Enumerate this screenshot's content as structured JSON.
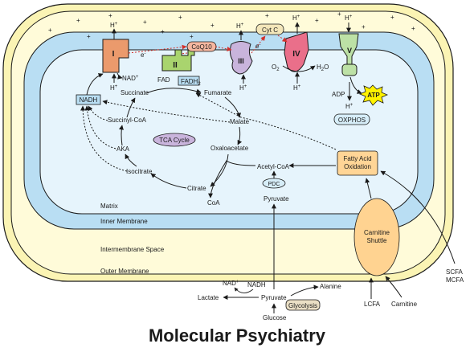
{
  "footer": {
    "journal": "Molecular Psychiatry"
  },
  "regions": {
    "matrix": "Matrix",
    "inner_membrane": "Inner Membrane",
    "intermembrane_space": "Intermembrane Space",
    "outer_membrane": "Outer Membrane"
  },
  "complexes": {
    "c1": "I",
    "c2": "II",
    "c3": "III",
    "c4": "IV",
    "c5": "V"
  },
  "carriers": {
    "coq10": "CoQ10",
    "cytc": "Cyt C"
  },
  "labels": {
    "h_plus": "H",
    "plus": "+",
    "e_minus": "e",
    "minus": "-",
    "nad_plus_left": "NAD",
    "fad": "FAD",
    "fadh2": "FADH",
    "fadh2_sub": "2",
    "o2": "O",
    "o2_sub": "2",
    "h2o": "H",
    "h2o_sub": "2",
    "h2o_o": "O",
    "adp": "ADP",
    "atp": "ATP",
    "oxphos": "OXPHOS",
    "nadh_box": "NADH",
    "succinate": "Succinate",
    "fumarate": "Fumarate",
    "malate": "Malate",
    "oxaloacetate": "Oxaloacetate",
    "citrate": "Citrate",
    "isocitrate": "Isocitrate",
    "aka": "AKA",
    "succinyl_coa": "Succinyl-CoA",
    "tca_cycle": "TCA Cycle",
    "acetyl_coa": "Acetyl-CoA",
    "coa": "CoA",
    "pdc": "PDC",
    "pyruvate_matrix": "Pyruvate",
    "fatty_acid_oxidation_1": "Fatty Acid",
    "fatty_acid_oxidation_2": "Oxidation",
    "carnitine_shuttle_1": "Carnitine",
    "carnitine_shuttle_2": "Shuttle",
    "scfa": "SCFA",
    "mcfa": "MCFA",
    "lcfa": "LCFA",
    "carnitine": "Carnitine",
    "nad_plus_cyto": "NAD",
    "nadh_cyto": "NADH",
    "lactate": "Lactate",
    "pyruvate_cyto": "Pyruvate",
    "alanine": "Alanine",
    "glycolysis": "Glycolysis",
    "glucose": "Glucose"
  },
  "colors": {
    "outer_membrane": "#fbf4b4",
    "intermembrane": "#fffbd9",
    "inner_membrane": "#b9def3",
    "matrix": "#e6f4fc",
    "complex_I": "#eb9a6c",
    "complex_II": "#a9d46e",
    "complex_III": "#c9b4dc",
    "complex_IV": "#ea6f8a",
    "complex_V": "#bde1a6",
    "coq10": "#f6b7a0",
    "cytc": "#f3e6b9",
    "fatty_box": "#ffd596",
    "carnitine_oval": "#ffd391",
    "atp_star": "#fff200",
    "red_dash": "#d2302b"
  }
}
